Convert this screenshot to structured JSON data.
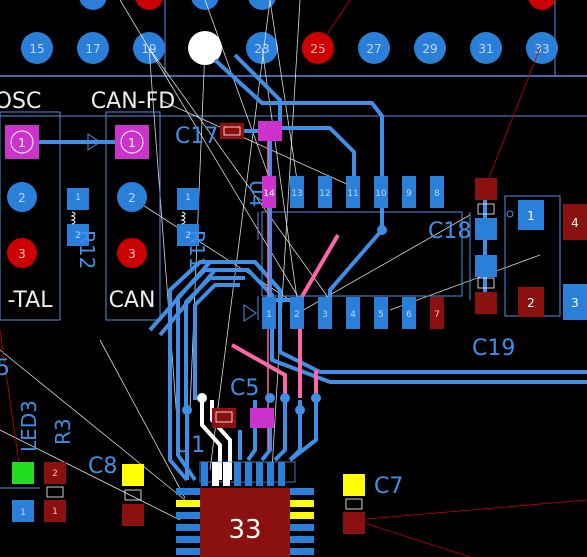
{
  "header_pins": [
    "15",
    "17",
    "19",
    "",
    "23",
    "25",
    "27",
    "29",
    "31",
    "33"
  ],
  "labels": {
    "osc": "OSC",
    "can_fd": "CAN-FD",
    "c17": "C17",
    "u4": "U4",
    "c18": "C18",
    "c19": "C19",
    "c5": "C5",
    "u1": "U1",
    "c8": "C8",
    "c7": "C7",
    "led3": "LED3",
    "r3": "R3",
    "r12": "R12",
    "r11": "R11",
    "tal": "-TAL",
    "can": "CAN",
    "left_5": "5",
    "chip_33": "33"
  },
  "pad_numbers": {
    "osc_pins": [
      "1",
      "2",
      "3"
    ],
    "can_pins": [
      "1",
      "2",
      "3"
    ],
    "u4_top": [
      "14",
      "13",
      "12",
      "11",
      "10",
      "9",
      "8"
    ],
    "u4_bottom": [
      "1",
      "2",
      "3",
      "4",
      "5",
      "6",
      "7"
    ],
    "right_conn": [
      "1",
      "2"
    ],
    "far_right": [
      "4",
      "3"
    ],
    "r_pads": [
      "1",
      "2"
    ]
  },
  "colors": {
    "background": "#000000",
    "copper_top": "#3f8fe6",
    "pad_blue": "#2a7fd8",
    "pad_magenta": "#cc33cc",
    "pad_red": "#cc0000",
    "pad_darkred": "#8b1010",
    "pad_yellow": "#ffff00",
    "ratsnest": "#ffffff",
    "outline": "#4f8fe0",
    "highlight_pink": "#ff66aa"
  }
}
